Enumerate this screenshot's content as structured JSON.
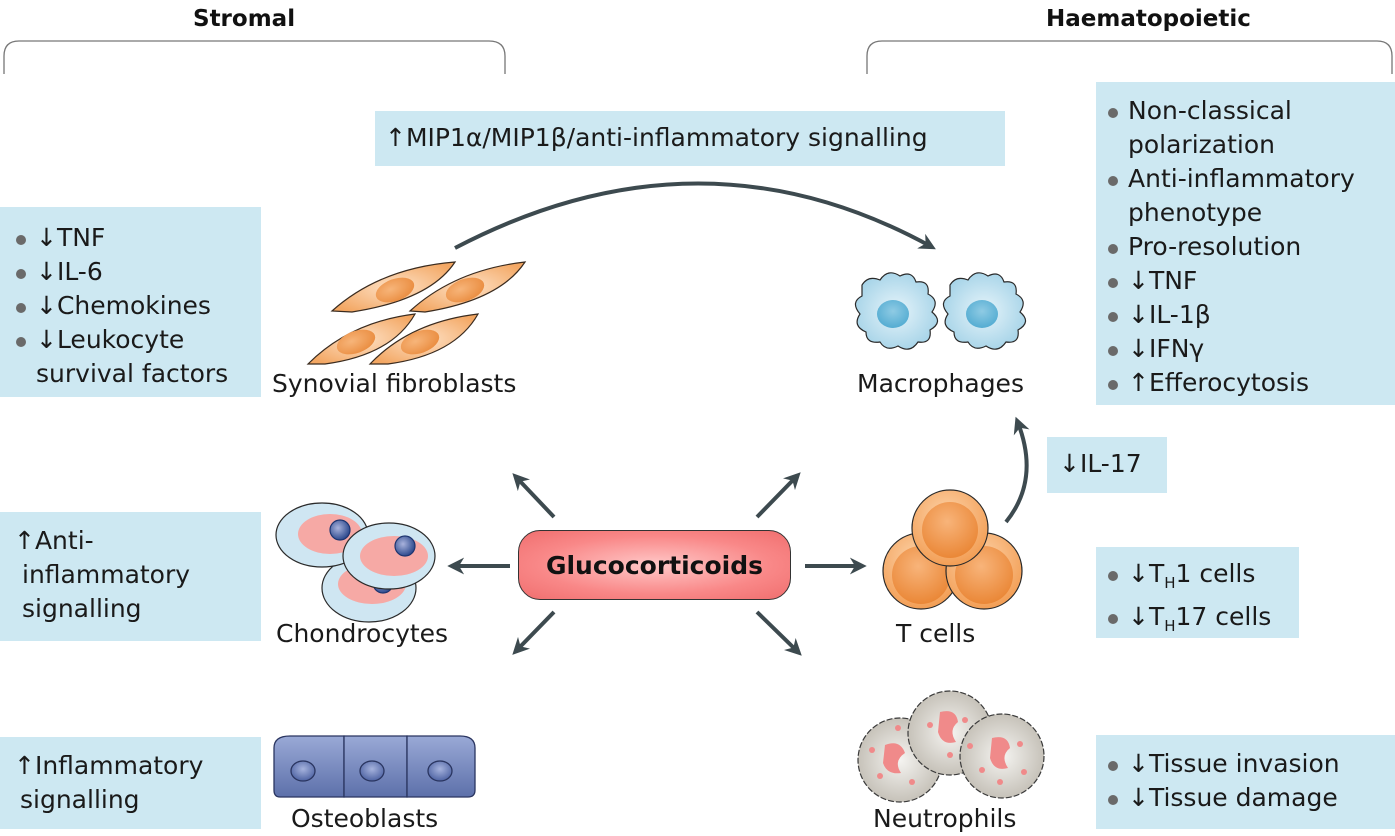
{
  "headings": {
    "stromal": "Stromal",
    "haematopoietic": "Haematopoietic"
  },
  "center": {
    "label": "Glucocorticoids"
  },
  "top_signal": {
    "text": "↑MIP1α/MIP1β/anti-inflammatory signalling"
  },
  "il17_box": {
    "text": "↓IL-17"
  },
  "cells": {
    "synovial_fibroblasts": "Synovial fibroblasts",
    "chondrocytes": "Chondrocytes",
    "osteoblasts": "Osteoblasts",
    "macrophages": "Macrophages",
    "t_cells": "T cells",
    "neutrophils": "Neutrophils"
  },
  "fibroblast_effects": {
    "items": [
      "↓TNF",
      "↓IL-6",
      "↓Chemokines",
      "↓Leukocyte",
      "survival factors"
    ]
  },
  "chondrocyte_effects": {
    "lines": [
      "↑Anti-",
      "inflammatory",
      "signalling"
    ]
  },
  "osteoblast_effects": {
    "lines": [
      "↑Inflammatory",
      "signalling"
    ]
  },
  "macrophage_effects": {
    "items": [
      "Non-classical",
      "polarization",
      "Anti-inflammatory",
      "phenotype",
      "Pro-resolution",
      "↓TNF",
      "↓IL-1β",
      "↓IFNγ",
      "↑Efferocytosis"
    ]
  },
  "tcell_effects": {
    "items": [
      {
        "prefix": "↓T",
        "sub": "H",
        "suffix": "1 cells"
      },
      {
        "prefix": "↓T",
        "sub": "H",
        "suffix": "17 cells"
      }
    ]
  },
  "neutrophil_effects": {
    "items": [
      "↓Tissue invasion",
      "↓Tissue damage"
    ]
  },
  "colors": {
    "box_fill": "#cde8f2",
    "arrow": "#3d4a4f",
    "glucocorticoid_fill": "#f98888",
    "fibroblast": "#f4a460",
    "macrophage": "#a9d6ea",
    "tcell": "#f5a55a",
    "osteoblast": "#6f82b8"
  }
}
